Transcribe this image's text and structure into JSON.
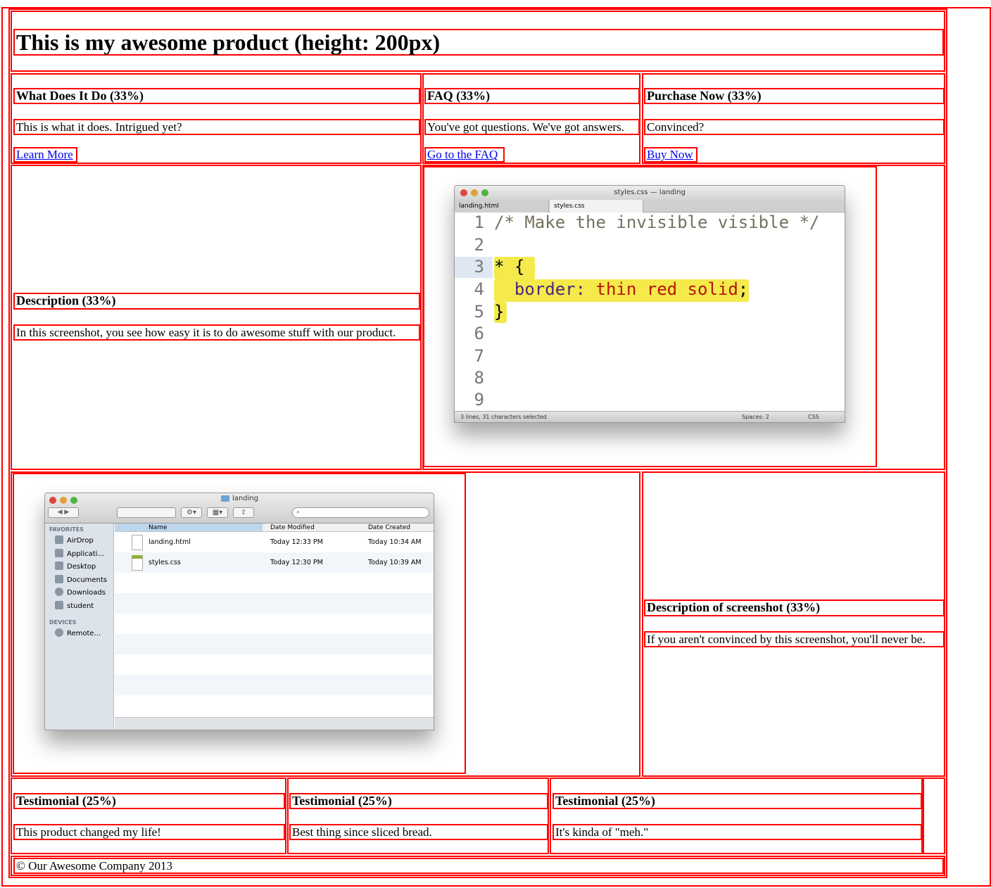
{
  "header": {
    "title": "This is my awesome product (height: 200px)"
  },
  "features": [
    {
      "heading": "What Does It Do (33%)",
      "text": "This is what it does. Intrigued yet?",
      "link": "Learn More"
    },
    {
      "heading": "FAQ (33%)",
      "text": "You've got questions. We've got answers.",
      "link": "Go to the FAQ"
    },
    {
      "heading": "Purchase Now (33%)",
      "text": "Convinced?",
      "link": "Buy Now"
    }
  ],
  "section1": {
    "heading": "Description (33%)",
    "text": "In this screenshot, you see how easy it is to do awesome stuff with our product."
  },
  "editor": {
    "window_title": "styles.css — landing",
    "tabs": [
      "landing.html",
      "styles.css"
    ],
    "line_numbers": [
      "1",
      "2",
      "3",
      "4",
      "5",
      "6",
      "7",
      "8",
      "9"
    ],
    "lines": [
      "/* Make the invisible visible */",
      "",
      "* {",
      "  border: thin red solid;",
      "}"
    ],
    "status_left": "3 lines, 31 characters selected",
    "status_spaces": "Spaces: 2",
    "status_syntax": "CSS"
  },
  "section2": {
    "heading": "Description of screenshot (33%)",
    "text": "If you aren't convinced by this screenshot, you'll never be."
  },
  "finder": {
    "window_title": "landing",
    "sidebar_headings": [
      "FAVORITES",
      "DEVICES"
    ],
    "favorites": [
      "AirDrop",
      "Applicati...",
      "Desktop",
      "Documents",
      "Downloads",
      "student"
    ],
    "devices": [
      "Remote..."
    ],
    "columns": [
      "Name",
      "Date Modified",
      "Date Created"
    ],
    "files": [
      {
        "name": "landing.html",
        "modified": "Today 12:33 PM",
        "created": "Today 10:34 AM"
      },
      {
        "name": "styles.css",
        "modified": "Today 12:30 PM",
        "created": "Today 10:39 AM"
      }
    ]
  },
  "testimonials": [
    {
      "heading": "Testimonial (25%)",
      "text": "This product changed my life!"
    },
    {
      "heading": "Testimonial (25%)",
      "text": "Best thing since sliced bread."
    },
    {
      "heading": "Testimonial (25%)",
      "text": "It's kinda of \"meh.\""
    }
  ],
  "footer": {
    "text": "© Our Awesome Company 2013"
  },
  "colors": {
    "outline": "#ff0000",
    "link": "#0000ee",
    "highlight": "#f5e94b",
    "code_comment": "#75715e",
    "code_value": "#b5170b",
    "code_prop": "#4b2780"
  }
}
